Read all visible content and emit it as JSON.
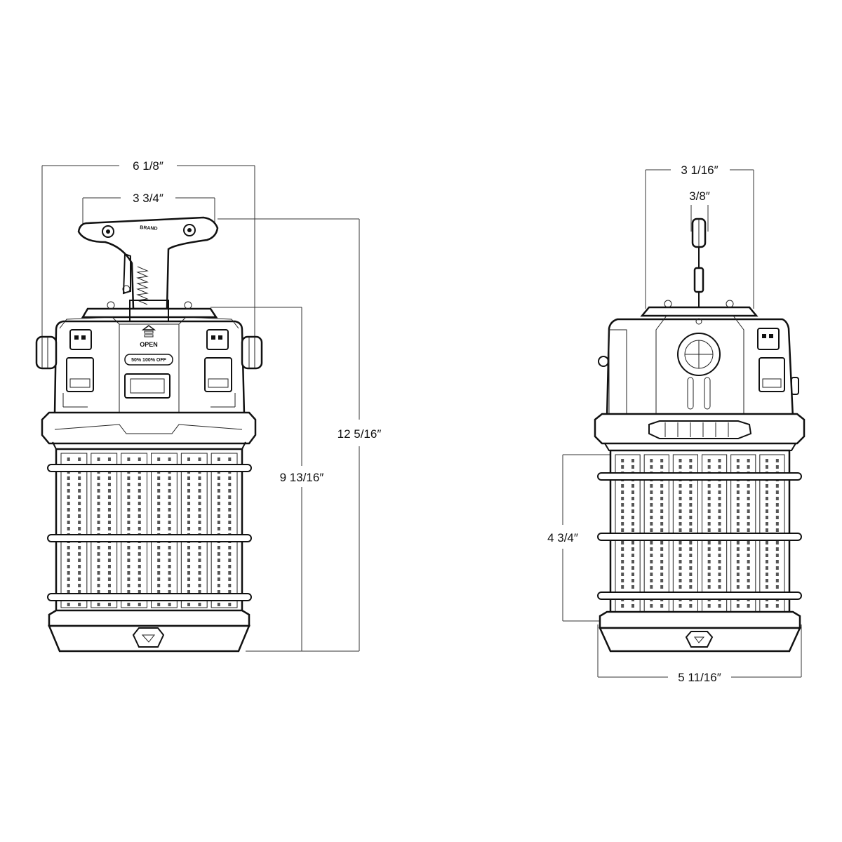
{
  "front_view": {
    "dims": {
      "overall_width": "6 1/8″",
      "handle_width": "3 3/4″",
      "overall_height": "12 5/16″",
      "body_height": "9 13/16″"
    },
    "handle_brand": "BRAND",
    "open_label": "OPEN",
    "switch_label": "50% 100% OFF"
  },
  "side_view": {
    "dims": {
      "top_width": "3 1/16″",
      "cord_width": "3/8″",
      "lens_height": "4 3/4″",
      "base_width": "5 11/16″"
    }
  }
}
